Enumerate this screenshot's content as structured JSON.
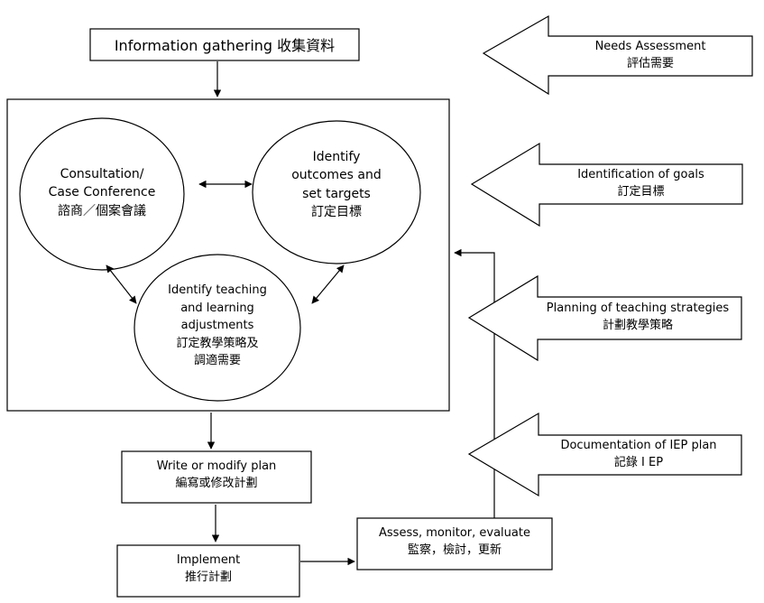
{
  "diagram": {
    "info_gathering": "Information gathering 收集資料",
    "consultation": {
      "line1": "Consultation/",
      "line2": "Case Conference",
      "line3": "諮商／個案會議"
    },
    "identify_outcomes": {
      "line1": "Identify",
      "line2": "outcomes and",
      "line3": "set targets",
      "line4": "訂定目標"
    },
    "identify_teaching": {
      "line1": "Identify teaching",
      "line2": "and learning",
      "line3": "adjustments",
      "line4": "訂定教學策略及",
      "line5": "調適需要"
    },
    "write_plan": {
      "line1": "Write or modify plan",
      "line2": "編寫或修改計劃"
    },
    "implement": {
      "line1": "Implement",
      "line2": "推行計劃"
    },
    "assess": {
      "line1": "Assess, monitor, evaluate",
      "line2": "監察，檢討，更新"
    },
    "side_arrows": [
      {
        "en": "Needs Assessment",
        "zh": "評估需要"
      },
      {
        "en": "Identification of goals",
        "zh": "訂定目標"
      },
      {
        "en": "Planning of teaching strategies",
        "zh": "計劃教學策略"
      },
      {
        "en": "Documentation of IEP plan",
        "zh": "記錄 I EP"
      }
    ]
  }
}
